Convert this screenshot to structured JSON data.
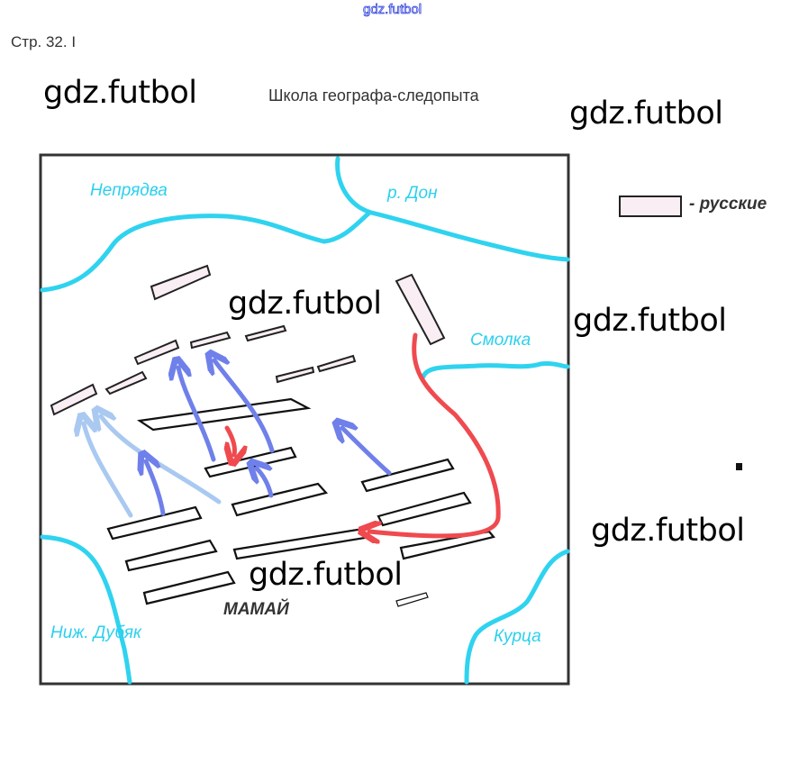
{
  "watermark_top": "gdz.futbol",
  "page_ref": "Стр. 32. I",
  "title": "Школа географа-следопыта",
  "watermarks": [
    "gdz.futbol",
    "gdz.futbol",
    "gdz.futbol",
    "gdz.futbol",
    "gdz.futbol",
    "gdz.futbol"
  ],
  "map": {
    "rivers": {
      "nepryadva": "Непрядва",
      "don": "р. Дон",
      "smolka": "Смолка",
      "nizh_dubyak": "Ниж. Дубяк",
      "kurtsa": "Курца"
    },
    "enemy_label": "МАМАЙ"
  },
  "legend": {
    "russians": "- русские"
  },
  "colors": {
    "river": "#2fd3ef",
    "russian_fill": "#f9eef3",
    "attack_blue": "#7080ea",
    "attack_lightblue": "#a9c9f1",
    "ambush_red": "#ef4a4f"
  }
}
